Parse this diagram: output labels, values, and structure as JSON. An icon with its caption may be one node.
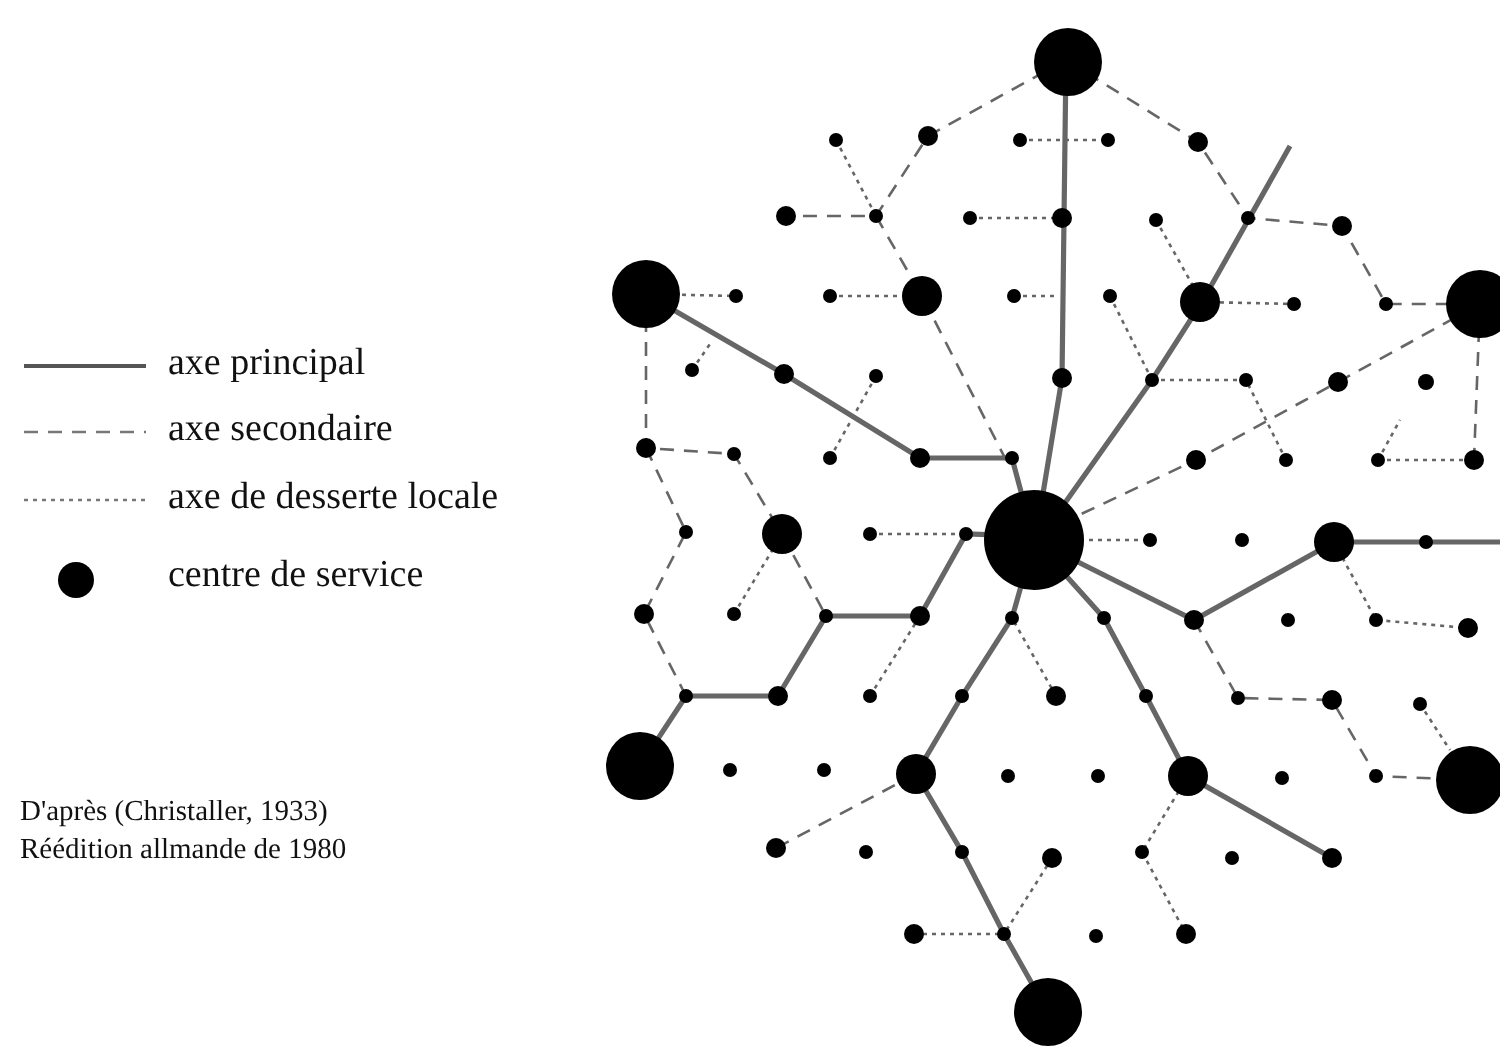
{
  "diagram": {
    "labels": [
      "D'après (Christaller, 1933)",
      "Réédition allmande de 1980"
    ],
    "legend": [
      {
        "text": "axe principal"
      },
      {
        "text": "axe secondaire"
      },
      {
        "text": "axe de desserte locale"
      },
      {
        "text": "centre de service"
      }
    ]
  }
}
